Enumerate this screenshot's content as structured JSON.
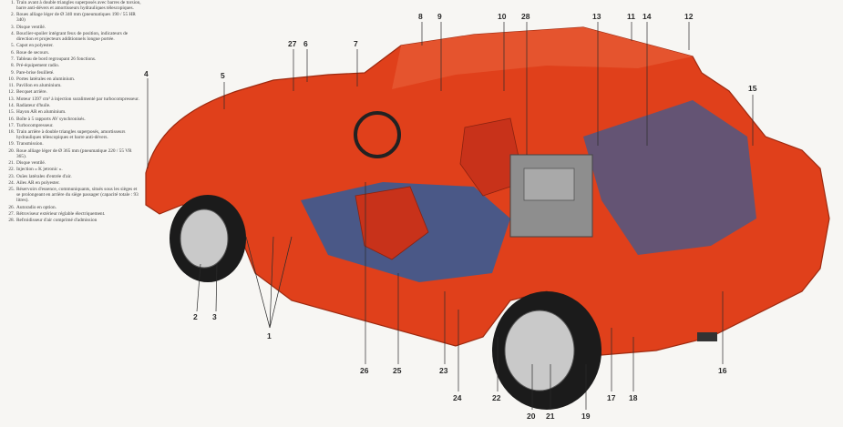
{
  "legend": [
    {
      "n": "1.",
      "text": "Train avant à double triangles superposés avec barres de torsion, barre anti-dévers et amortisseurs hydrauliques télescopiques."
    },
    {
      "n": "2.",
      "text": "Roues alliage léger de Ø 340 mm (pneumatiques 190 / 55 HR 340)"
    },
    {
      "n": "3.",
      "text": "Disque ventilé."
    },
    {
      "n": "4.",
      "text": "Bouclier-spoiler intégrant feux de position, indicateurs de direction et projecteurs additionnels longue portée."
    },
    {
      "n": "5.",
      "text": "Capot en polyester."
    },
    {
      "n": "6.",
      "text": "Roue de secours."
    },
    {
      "n": "7.",
      "text": "Tableau de bord regroupant 26 fonctions."
    },
    {
      "n": "8.",
      "text": "Pré-équipement radio."
    },
    {
      "n": "9.",
      "text": "Pare-brise feuilleté."
    },
    {
      "n": "10.",
      "text": "Portes latérales en aluminium."
    },
    {
      "n": "11.",
      "text": "Pavillon en aluminium."
    },
    {
      "n": "12.",
      "text": "Becquet arrière."
    },
    {
      "n": "13.",
      "text": "Moteur 1397 cm³ à injection suralimenté par turbocompresseur."
    },
    {
      "n": "14.",
      "text": "Radiateur d'huile."
    },
    {
      "n": "15.",
      "text": "Hayon AR en aluminium."
    },
    {
      "n": "16.",
      "text": "Boîte à 5 rapports AV synchronisés."
    },
    {
      "n": "17.",
      "text": "Turbocompresseur."
    },
    {
      "n": "18.",
      "text": "Train arrière à double triangles superposés, amortisseurs hydrauliques télescopiques et barre anti-dévers."
    },
    {
      "n": "19.",
      "text": "Transmission."
    },
    {
      "n": "20.",
      "text": "Roue alliage léger de Ø 365 mm (pneumatique 220 / 55 VR 365)."
    },
    {
      "n": "21.",
      "text": "Disque ventilé."
    },
    {
      "n": "22.",
      "text": "Injection « K jetronic »."
    },
    {
      "n": "23.",
      "text": "Ouïes latérales d'entrée d'air."
    },
    {
      "n": "24.",
      "text": "Ailes AR en polyester."
    },
    {
      "n": "25.",
      "text": "Réservoirs d'essence, communiquants, situés sous les sièges et se prolongeant en arrière du siège passager (capacité totale : 93 litres)."
    },
    {
      "n": "26.",
      "text": "Autoradio en option."
    },
    {
      "n": "27.",
      "text": "Rétroviseur extérieur réglable électriquement."
    },
    {
      "n": "28.",
      "text": "Refroidisseur d'air comprimé d'admission"
    }
  ],
  "callouts": [
    "1",
    "2",
    "3",
    "4",
    "5",
    "6",
    "7",
    "8",
    "9",
    "10",
    "11",
    "12",
    "13",
    "14",
    "15",
    "16",
    "17",
    "18",
    "19",
    "20",
    "21",
    "22",
    "23",
    "24",
    "25",
    "26",
    "27",
    "28"
  ],
  "colors": {
    "body": "#e0401b",
    "body_dark": "#b52a0f",
    "interior_blue": "#2f5d9a",
    "wheel": "#1b1b1b",
    "rim": "#c9c9c9"
  }
}
